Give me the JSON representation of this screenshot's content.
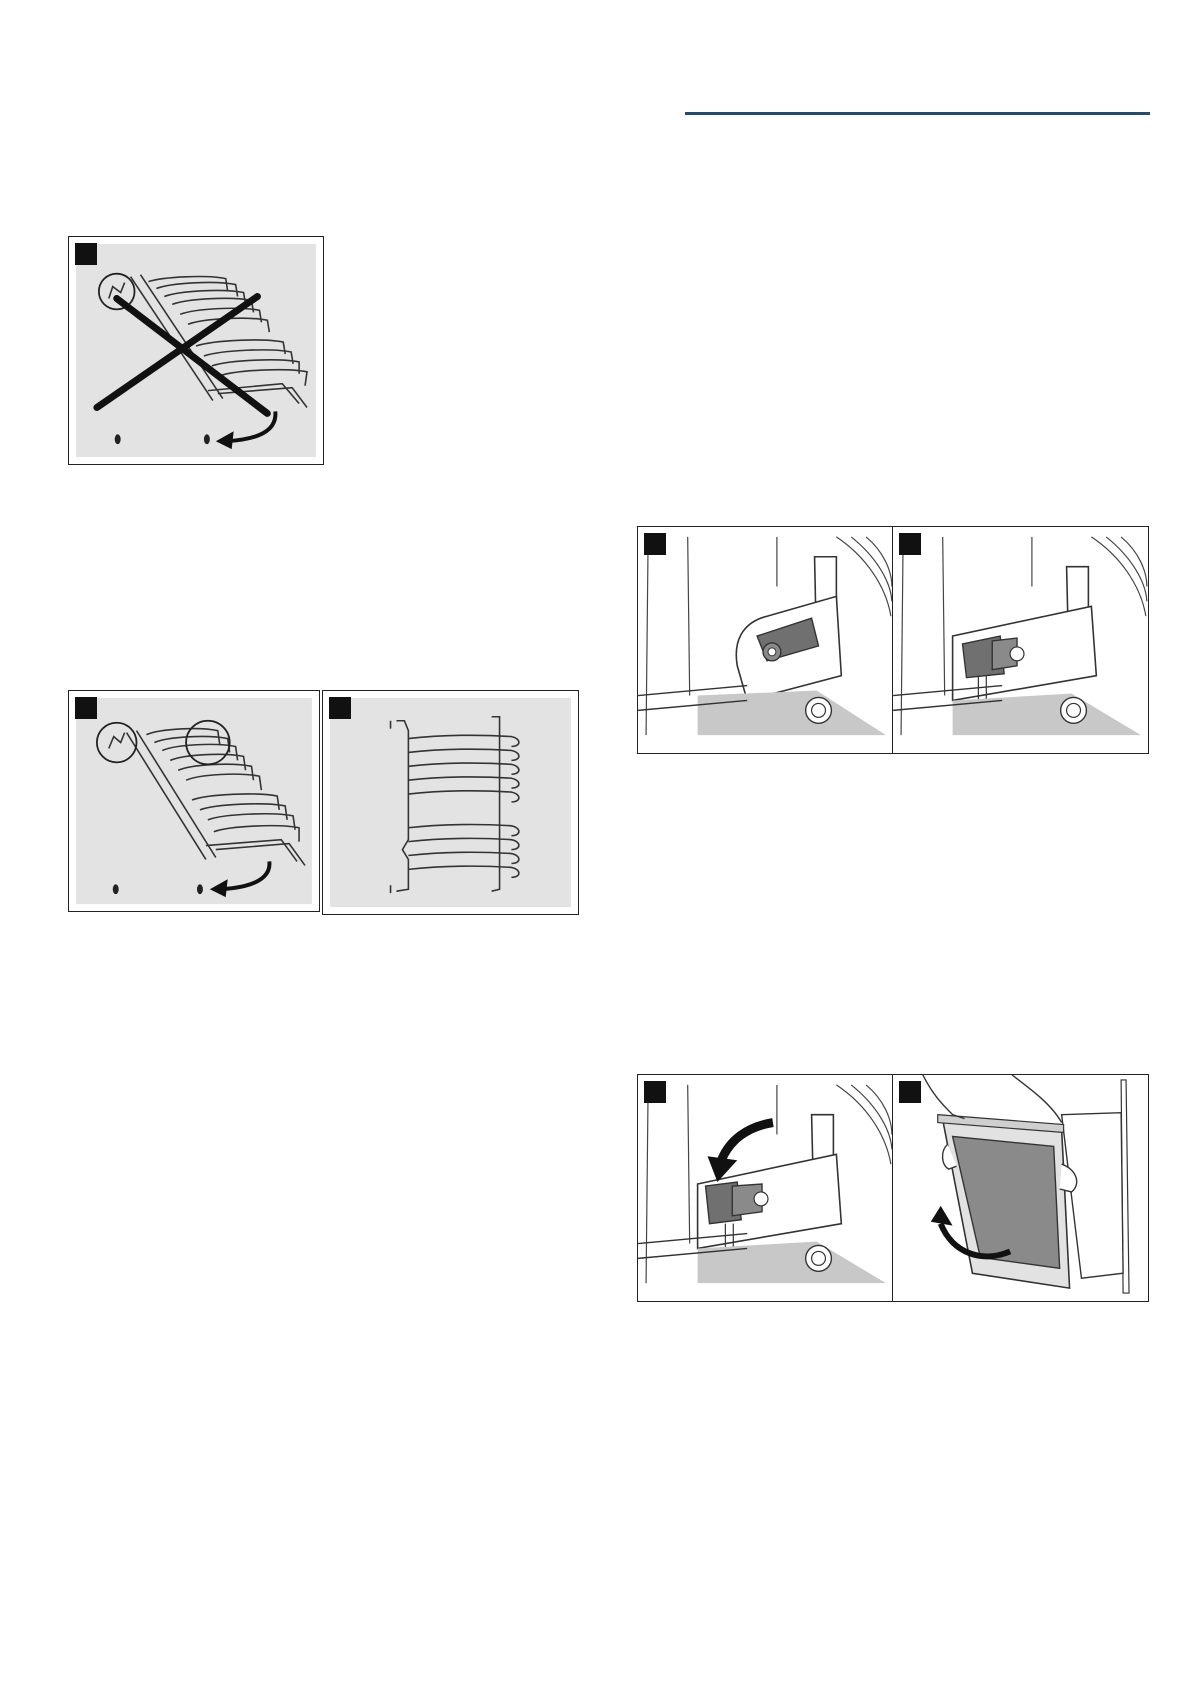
{
  "page": {
    "header_rule_color": "#2b4a63",
    "figures": [
      {
        "id": "fig-rack-wrong",
        "icon": "shelf-rack-crossed-out-illustration"
      },
      {
        "id": "fig-rack-correct",
        "icon": "shelf-rack-hook-illustration"
      },
      {
        "id": "fig-rack-front",
        "icon": "shelf-rack-front-view-illustration"
      },
      {
        "id": "fig-hinge-open",
        "icon": "hinge-lever-open-illustration"
      },
      {
        "id": "fig-hinge-closed",
        "icon": "hinge-lever-closed-illustration"
      },
      {
        "id": "fig-hinge-fold",
        "icon": "hinge-lever-fold-illustration"
      },
      {
        "id": "fig-door-remove",
        "icon": "door-removal-illustration"
      }
    ]
  }
}
